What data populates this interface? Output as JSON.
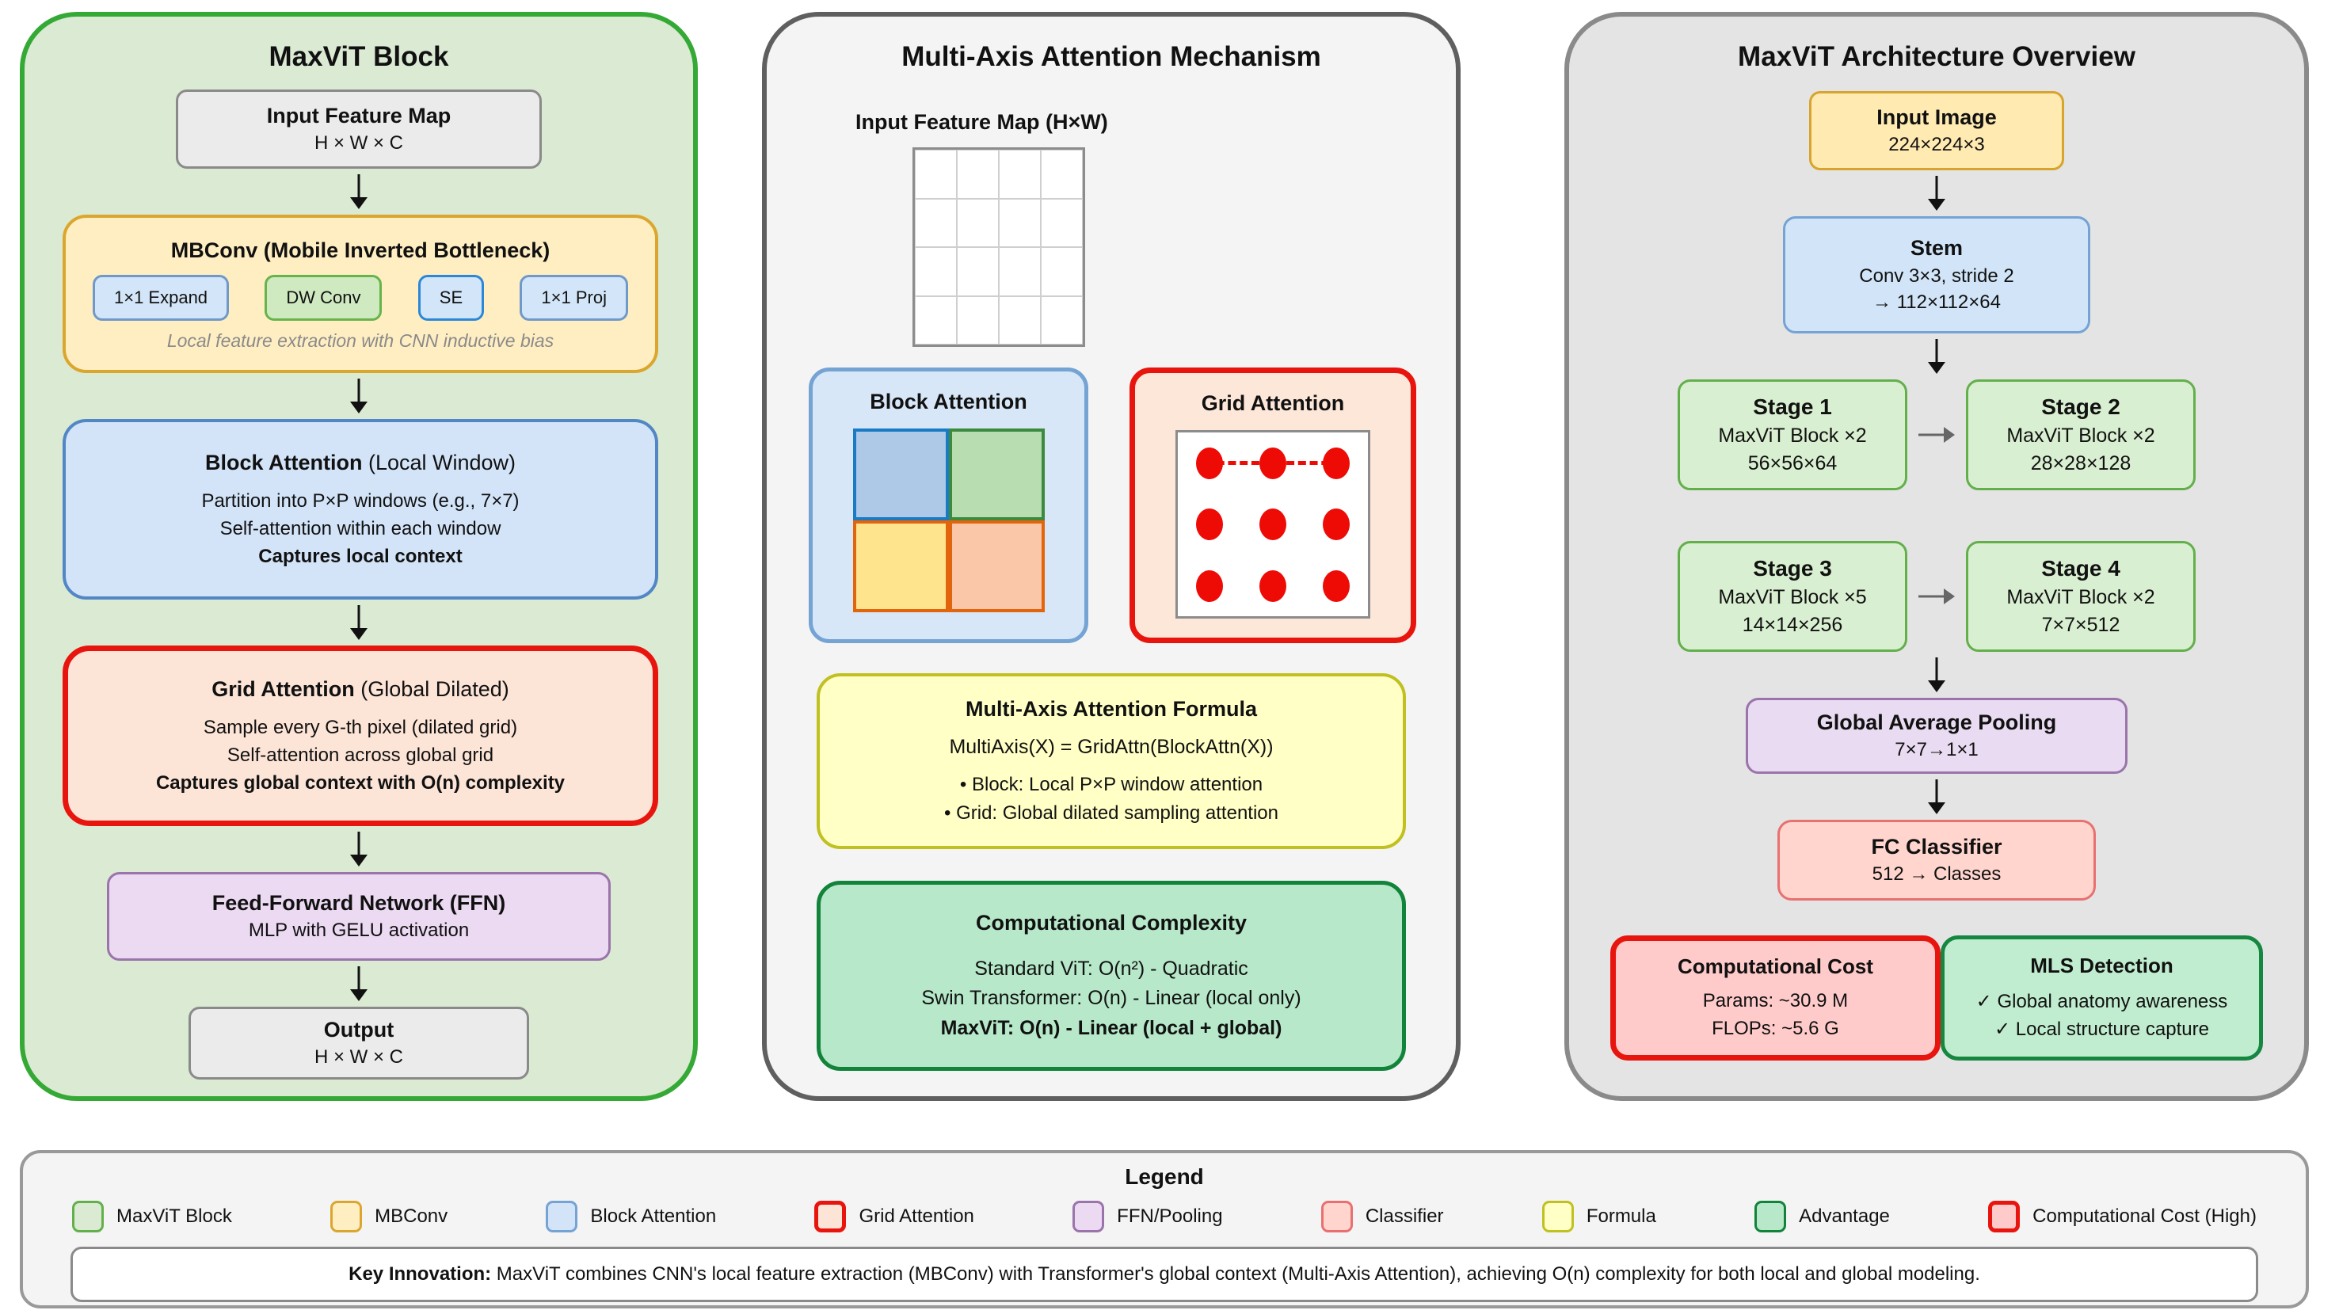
{
  "colors": {
    "maxvit_block_green": "#35a935",
    "mbconv_gold": "#dba62e",
    "block_attention_blue": "#5286c5",
    "grid_attention_red": "#e8150e",
    "ffn_purple": "#9a74ab",
    "advantage_green": "#12833b",
    "classifier_salmon": "#e87070"
  },
  "panels": {
    "maxvit_block": {
      "title": "MaxViT Block",
      "input_box": {
        "title": "Input Feature Map",
        "subtitle": "H × W × C"
      },
      "mbconv": {
        "title": "MBConv (Mobile Inverted Bottleneck)",
        "sub_blocks": [
          "1×1 Expand",
          "DW Conv",
          "SE",
          "1×1 Proj"
        ],
        "caption": "Local feature extraction with CNN inductive bias"
      },
      "block_attention": {
        "title": "Block Attention",
        "title_suffix": " (Local Window)",
        "lines": [
          "Partition into P×P windows (e.g., 7×7)",
          "Self-attention within each window"
        ],
        "bold_line": "Captures local context"
      },
      "grid_attention": {
        "title": "Grid Attention",
        "title_suffix": " (Global Dilated)",
        "lines": [
          "Sample every G-th pixel (dilated grid)",
          "Self-attention across global grid"
        ],
        "bold_line": "Captures global context with O(n) complexity"
      },
      "ffn": {
        "title": "Feed-Forward Network (FFN)",
        "subtitle": "MLP with GELU activation"
      },
      "output_box": {
        "title": "Output",
        "subtitle": "H × W × C"
      }
    },
    "multi_axis": {
      "title": "Multi-Axis Attention Mechanism",
      "feature_map_label": "Input Feature Map (H×W)",
      "block_attention_label": "Block Attention",
      "grid_attention_label": "Grid Attention",
      "formula_box": {
        "title": "Multi-Axis Attention Formula",
        "formula": "MultiAxis(X) = GridAttn(BlockAttn(X))",
        "bullets": [
          "• Block: Local P×P window attention",
          "• Grid: Global dilated sampling attention"
        ]
      },
      "complexity_box": {
        "title": "Computational Complexity",
        "lines": [
          "Standard ViT: O(n²) - Quadratic",
          "Swin Transformer: O(n) - Linear (local only)"
        ],
        "bold_line": "MaxViT: O(n) - Linear (local + global)"
      }
    },
    "architecture": {
      "title": "MaxViT Architecture Overview",
      "input_image": {
        "title": "Input Image",
        "subtitle": "224×224×3"
      },
      "stem": {
        "title": "Stem",
        "line1": "Conv 3×3, stride 2",
        "line2": "→ 112×112×64"
      },
      "stages": [
        {
          "title": "Stage 1",
          "line1": "MaxViT Block ×2",
          "line2": "56×56×64"
        },
        {
          "title": "Stage 2",
          "line1": "MaxViT Block ×2",
          "line2": "28×28×128"
        },
        {
          "title": "Stage 3",
          "line1": "MaxViT Block ×5",
          "line2": "14×14×256"
        },
        {
          "title": "Stage 4",
          "line1": "MaxViT Block ×2",
          "line2": "7×7×512"
        }
      ],
      "gap": {
        "title": "Global Average Pooling",
        "subtitle": "7×7→1×1"
      },
      "fc": {
        "title": "FC Classifier",
        "subtitle": "512 → Classes"
      },
      "cost": {
        "title": "Computational Cost",
        "lines": [
          "Params: ~30.9 M",
          "FLOPs: ~5.6 G"
        ]
      },
      "mls": {
        "title": "MLS Detection",
        "lines": [
          "✓ Global anatomy awareness",
          "✓ Local structure capture"
        ]
      }
    }
  },
  "legend": {
    "title": "Legend",
    "items": [
      {
        "label": "MaxViT Block",
        "fill": "#dbead2",
        "border": "#63b04b",
        "thick": false
      },
      {
        "label": "MBConv",
        "fill": "#ffeec2",
        "border": "#dba62e",
        "thick": false
      },
      {
        "label": "Block Attention",
        "fill": "#d3e4f9",
        "border": "#74a3d4",
        "thick": false
      },
      {
        "label": "Grid Attention",
        "fill": "#fce4d7",
        "border": "#e8150e",
        "thick": true
      },
      {
        "label": "FFN/Pooling",
        "fill": "#ecdaf3",
        "border": "#9a74ab",
        "thick": false
      },
      {
        "label": "Classifier",
        "fill": "#ffd5cd",
        "border": "#e87070",
        "thick": false
      },
      {
        "label": "Formula",
        "fill": "#ffffc6",
        "border": "#c0c020",
        "thick": false
      },
      {
        "label": "Advantage",
        "fill": "#b6e8c9",
        "border": "#12833b",
        "thick": false
      },
      {
        "label": "Computational Cost (High)",
        "fill": "#ffcaca",
        "border": "#e8150e",
        "thick": true
      }
    ],
    "key_innovation_bold": "Key Innovation:",
    "key_innovation_text": " MaxViT combines CNN's local feature extraction (MBConv) with Transformer's global context (Multi-Axis Attention), achieving O(n) complexity for both local and global modeling."
  }
}
